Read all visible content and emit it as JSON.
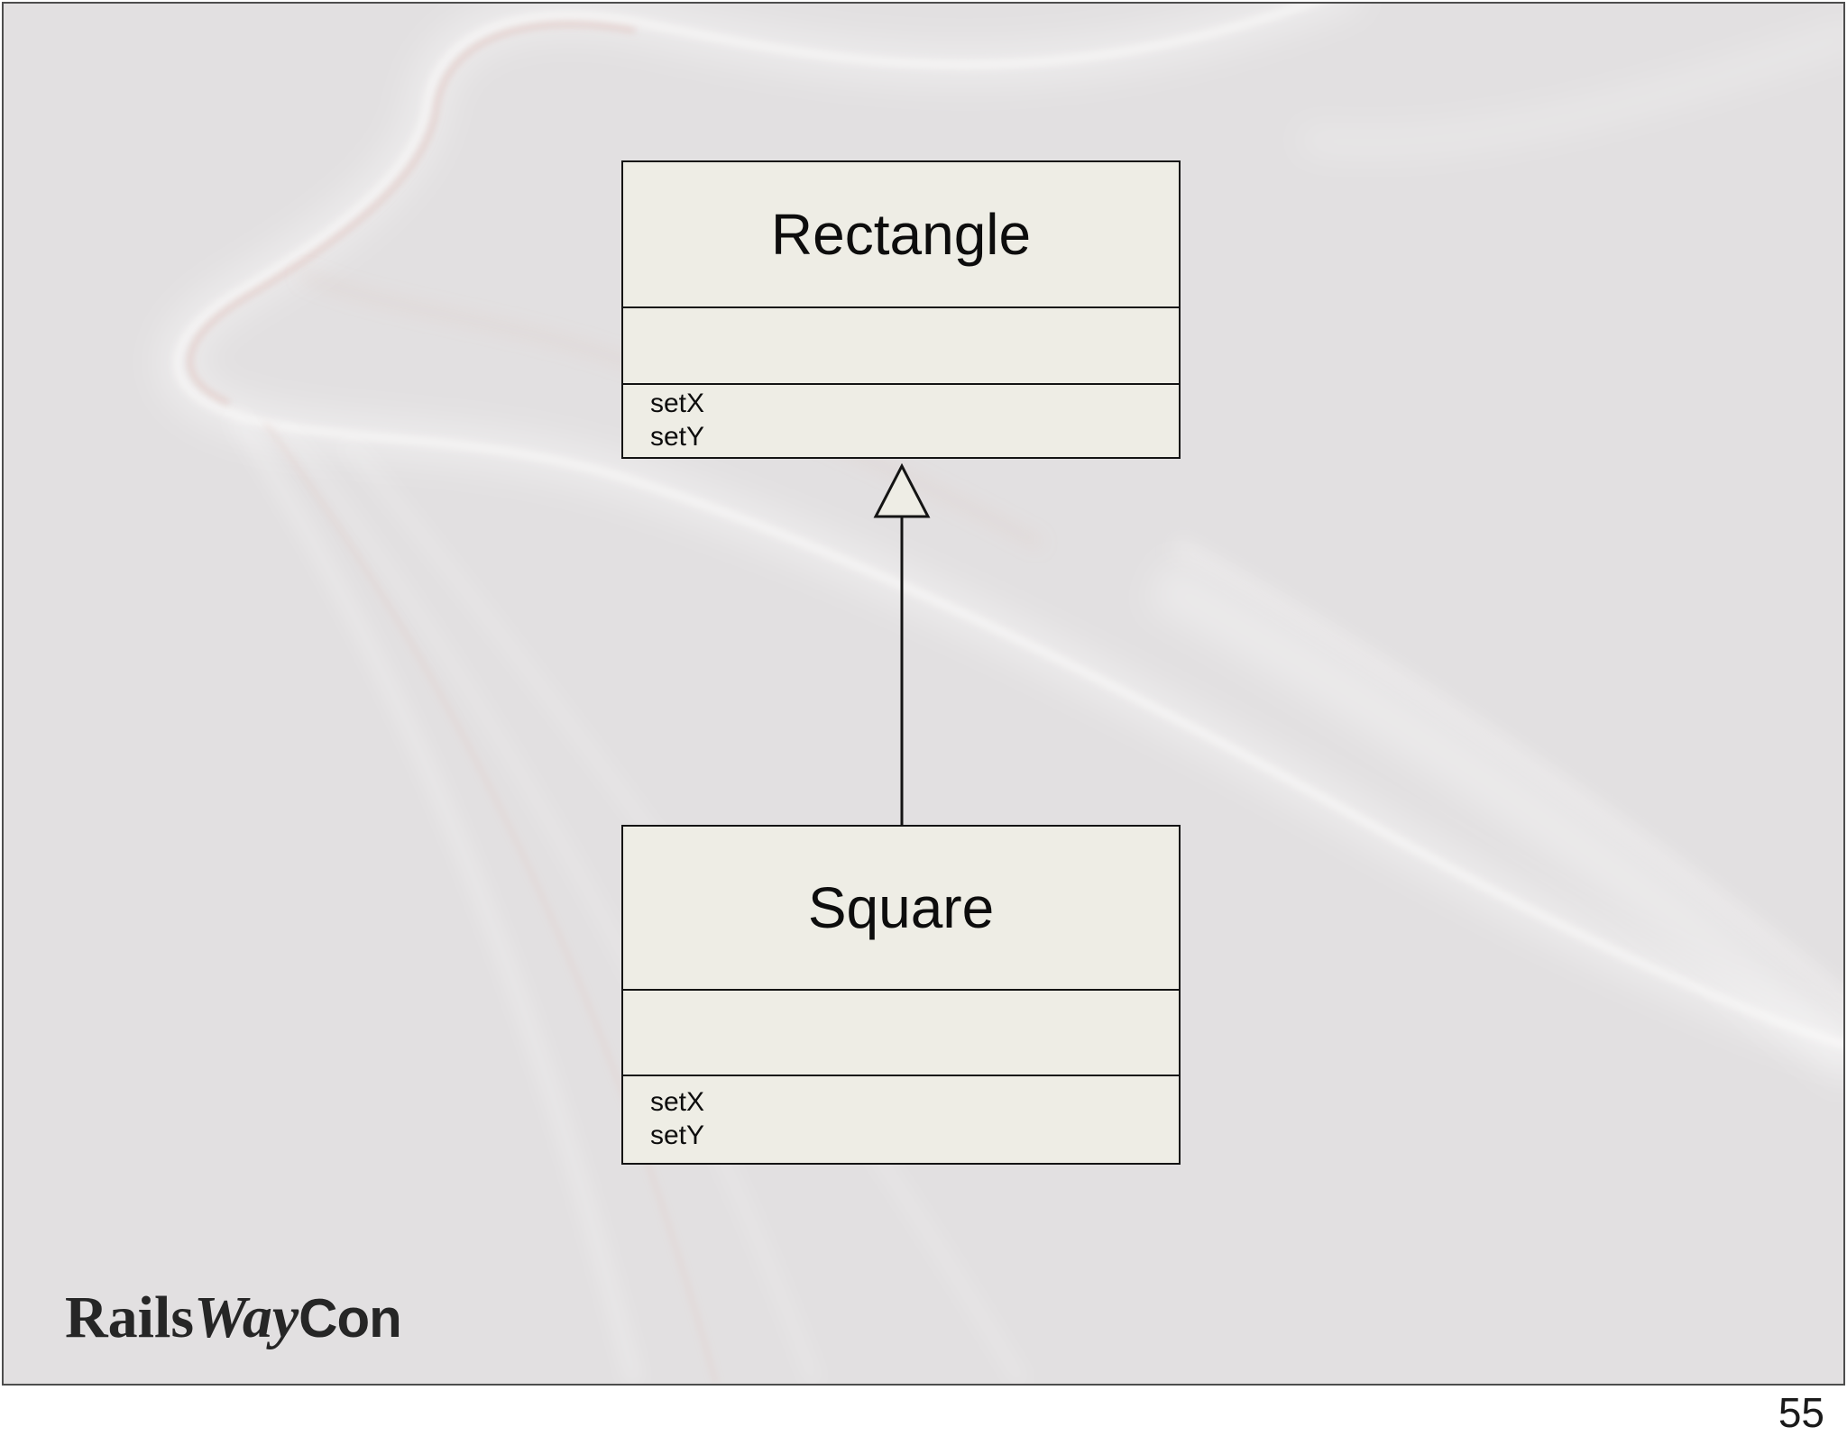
{
  "slide": {
    "footer": {
      "page_number": "55"
    },
    "logo": {
      "rails": "Rails",
      "way": "Way",
      "con": "Con"
    }
  },
  "diagram": {
    "type": "uml_class_diagram",
    "classes": [
      {
        "name": "Rectangle",
        "attributes": [],
        "methods": [
          "setX",
          "setY"
        ]
      },
      {
        "name": "Square",
        "attributes": [],
        "methods": [
          "setX",
          "setY"
        ]
      }
    ],
    "relations": [
      {
        "type": "inheritance",
        "from": "Square",
        "to": "Rectangle"
      }
    ]
  },
  "colors": {
    "slide_background": "#e2e0e1",
    "box_fill": "#eeede5",
    "box_border": "#141414",
    "slide_border": "#4d4d4d",
    "text": "#0d0d0d",
    "page_background": "#ffffff"
  }
}
